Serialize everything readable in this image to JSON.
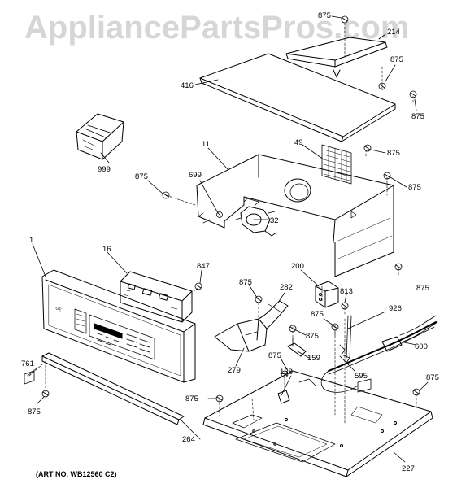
{
  "watermark": "AppliancePartsPros.com",
  "art_number": "(ART NO. WB12560 C2)",
  "callouts": [
    {
      "id": "c875a",
      "text": "875"
    },
    {
      "id": "c214",
      "text": "214"
    },
    {
      "id": "c875b",
      "text": "875"
    },
    {
      "id": "c416",
      "text": "416"
    },
    {
      "id": "c875c",
      "text": "875"
    },
    {
      "id": "c49",
      "text": "49"
    },
    {
      "id": "c875d",
      "text": "875"
    },
    {
      "id": "c11",
      "text": "11"
    },
    {
      "id": "c999",
      "text": "999"
    },
    {
      "id": "c875e",
      "text": "875"
    },
    {
      "id": "c699",
      "text": "699"
    },
    {
      "id": "c875f",
      "text": "875"
    },
    {
      "id": "c32",
      "text": "32"
    },
    {
      "id": "c1",
      "text": "1"
    },
    {
      "id": "c16",
      "text": "16"
    },
    {
      "id": "c847",
      "text": "847"
    },
    {
      "id": "c200",
      "text": "200"
    },
    {
      "id": "c875g",
      "text": "875"
    },
    {
      "id": "c875h",
      "text": "875"
    },
    {
      "id": "c282",
      "text": "282"
    },
    {
      "id": "c813",
      "text": "813"
    },
    {
      "id": "c926",
      "text": "926"
    },
    {
      "id": "c875i",
      "text": "875"
    },
    {
      "id": "c875j",
      "text": "875"
    },
    {
      "id": "c600",
      "text": "600"
    },
    {
      "id": "c875k",
      "text": "875"
    },
    {
      "id": "c159",
      "text": "159"
    },
    {
      "id": "c279",
      "text": "279"
    },
    {
      "id": "c761",
      "text": "761"
    },
    {
      "id": "c158",
      "text": "158"
    },
    {
      "id": "c595",
      "text": "595"
    },
    {
      "id": "c875l",
      "text": "875"
    },
    {
      "id": "c875m",
      "text": "875"
    },
    {
      "id": "c875n",
      "text": "875"
    },
    {
      "id": "c264",
      "text": "264"
    },
    {
      "id": "c227",
      "text": "227"
    }
  ]
}
